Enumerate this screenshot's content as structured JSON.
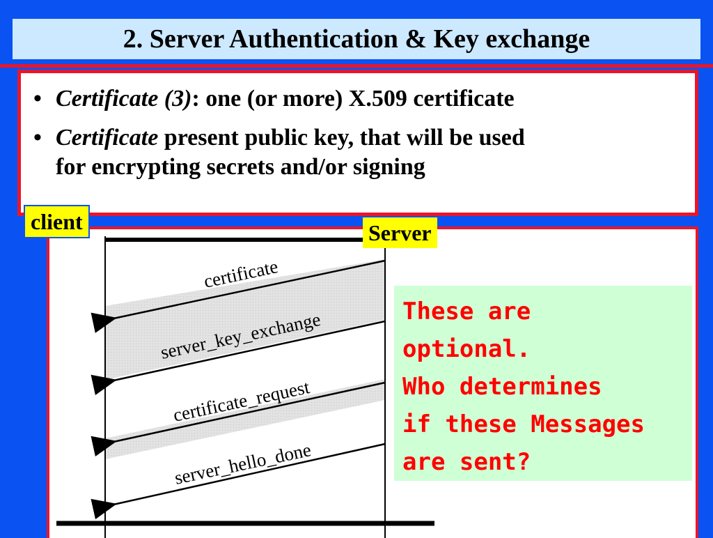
{
  "title": "2. Server Authentication & Key exchange",
  "bullets": [
    {
      "italic": "Certificate (3)",
      "text": ": one (or more) X.509 certificate"
    },
    {
      "italic": "Certificate",
      "text": " present public key, that will be used",
      "line2": "for encrypting secrets and/or signing"
    }
  ],
  "bullet_glyph": "•",
  "labels": {
    "client": "client",
    "server": "Server"
  },
  "messages": [
    "certificate",
    "server_key_exchange",
    "certificate_request",
    "server_hello_done"
  ],
  "note": [
    "These are",
    "optional.",
    "Who determines",
    "if these Messages",
    "are sent?"
  ],
  "colors": {
    "background": "#0a52f2",
    "title_bg": "#cce9ff",
    "border": "#e8162b",
    "label_bg": "#ffff00",
    "note_bg": "#cfffd5",
    "note_text": "#ff0000"
  }
}
